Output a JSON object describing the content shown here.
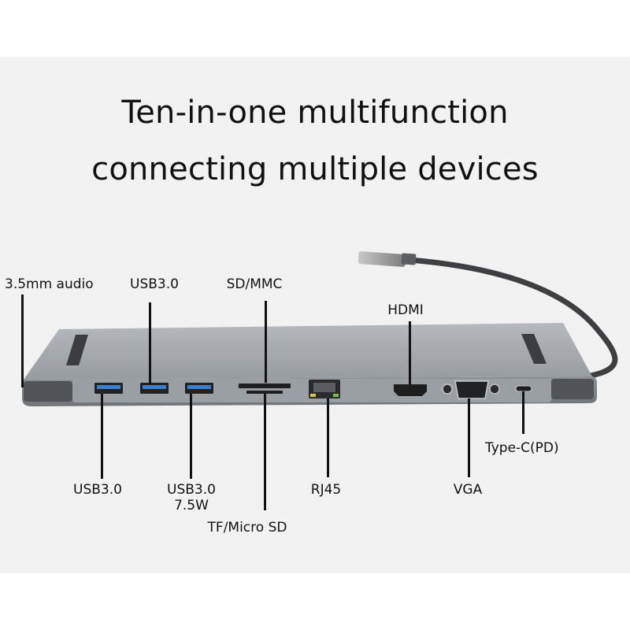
{
  "title": {
    "line1": "Ten-in-one multifunction",
    "line2": "connecting multiple devices"
  },
  "ports": {
    "audio": "3.5mm audio",
    "usb_top": "USB3.0",
    "sd_mmc": "SD/MMC",
    "hdmi": "HDMI",
    "usb_left": "USB3.0",
    "usb_right_line1": "USB3.0",
    "usb_right_line2": "7.5W",
    "tf_micro_sd": "TF/Micro SD",
    "rj45": "RJ45",
    "vga": "VGA",
    "type_c": "Type-C(PD)"
  },
  "colors": {
    "hub_body": "#8a8f94",
    "hub_top": "#a9adb1",
    "usb_port": "#3a7fd0",
    "label_text": "#111111",
    "background_panel": "#f2f2f2"
  }
}
